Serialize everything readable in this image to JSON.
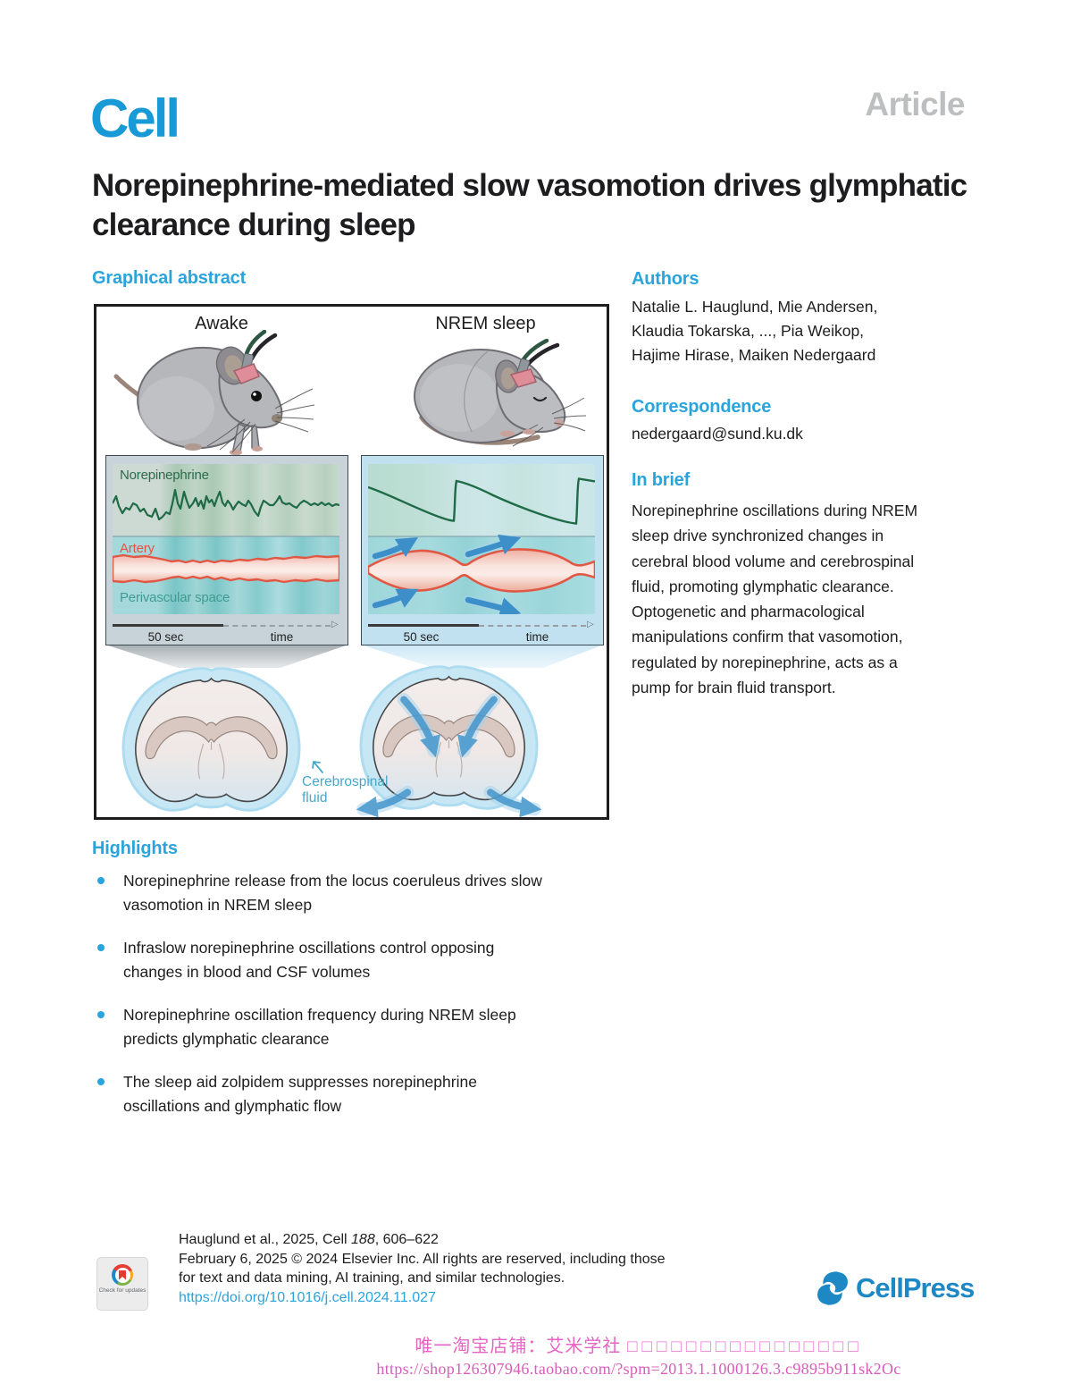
{
  "header": {
    "journal": "Cell",
    "article_type": "Article",
    "title": "Norepinephrine-mediated slow vasomotion drives glymphatic clearance during sleep"
  },
  "graphical_abstract": {
    "heading": "Graphical abstract",
    "left_condition": "Awake",
    "right_condition": "NREM sleep",
    "norepinephrine_label": "Norepinephrine",
    "artery_label": "Artery",
    "perivascular_label": "Perivascular space",
    "timescale_label": "50 sec",
    "time_label": "time",
    "csf_label": "Cerebrospinal\nfluid"
  },
  "authors": {
    "heading": "Authors",
    "names": "Natalie L. Hauglund, Mie Andersen,\nKlaudia Tokarska, ..., Pia Weikop,\nHajime Hirase, Maiken Nedergaard"
  },
  "correspondence": {
    "heading": "Correspondence",
    "email": "nedergaard@sund.ku.dk"
  },
  "in_brief": {
    "heading": "In brief",
    "text": "Norepinephrine oscillations during NREM\nsleep drive synchronized changes in\ncerebral blood volume and cerebrospinal\nfluid, promoting glymphatic clearance.\nOptogenetic and pharmacological\nmanipulations confirm that vasomotion,\nregulated by norepinephrine, acts as a\npump for brain fluid transport."
  },
  "highlights": {
    "heading": "Highlights",
    "items": [
      "Norepinephrine release from the locus coeruleus drives slow\nvasomotion in NREM sleep",
      "Infraslow norepinephrine oscillations control opposing\nchanges in blood and CSF volumes",
      "Norepinephrine oscillation frequency during NREM sleep\npredicts glymphatic clearance",
      "The sleep aid zolpidem suppresses norepinephrine\noscillations and glymphatic flow"
    ]
  },
  "footer": {
    "check_badge": "Check for updates",
    "citation_pre": "Hauglund et al., 2025, Cell ",
    "citation_volume": "188",
    "citation_pages": ", 606–622",
    "rights_line1": "February 6, 2025 © 2024 Elsevier Inc. All rights are reserved, including those",
    "rights_line2": "for text and data mining, AI training, and similar technologies.",
    "doi": "https://doi.org/10.1016/j.cell.2024.11.027",
    "publisher": "CellPress"
  },
  "watermark": {
    "shop_line": "唯一淘宝店铺：艾米学社",
    "missing_glyphs": "□□□□□□□□□□□□□□□□",
    "url": "https://shop126307946.taobao.com/?spm=2013.1.1000126.3.c9895b911sk2Oc"
  },
  "colors": {
    "brand_blue": "#189ad6",
    "section_heading_blue": "#2aa4dc",
    "article_gray": "#bcbec0",
    "link_blue": "#2aa4dc",
    "cellpress_blue": "#1e88c5",
    "watermark_pink": "#e664c3",
    "norepinephrine_green": "#1f6a47",
    "artery_red": "#e05744",
    "csf_blue": "#4aa7c9"
  }
}
